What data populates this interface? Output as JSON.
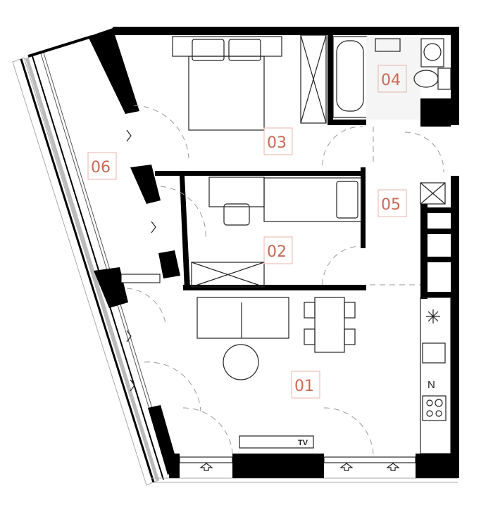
{
  "plan": {
    "rooms": [
      {
        "id": "01",
        "label": "01"
      },
      {
        "id": "02",
        "label": "02"
      },
      {
        "id": "03",
        "label": "03"
      },
      {
        "id": "04",
        "label": "04"
      },
      {
        "id": "05",
        "label": "05"
      },
      {
        "id": "06",
        "label": "06"
      }
    ],
    "tv_label": "TV",
    "fridge_label": "N",
    "colors": {
      "room_label": "#c96a55",
      "label_box": "#e8b5a8",
      "wall": "#000000"
    }
  }
}
